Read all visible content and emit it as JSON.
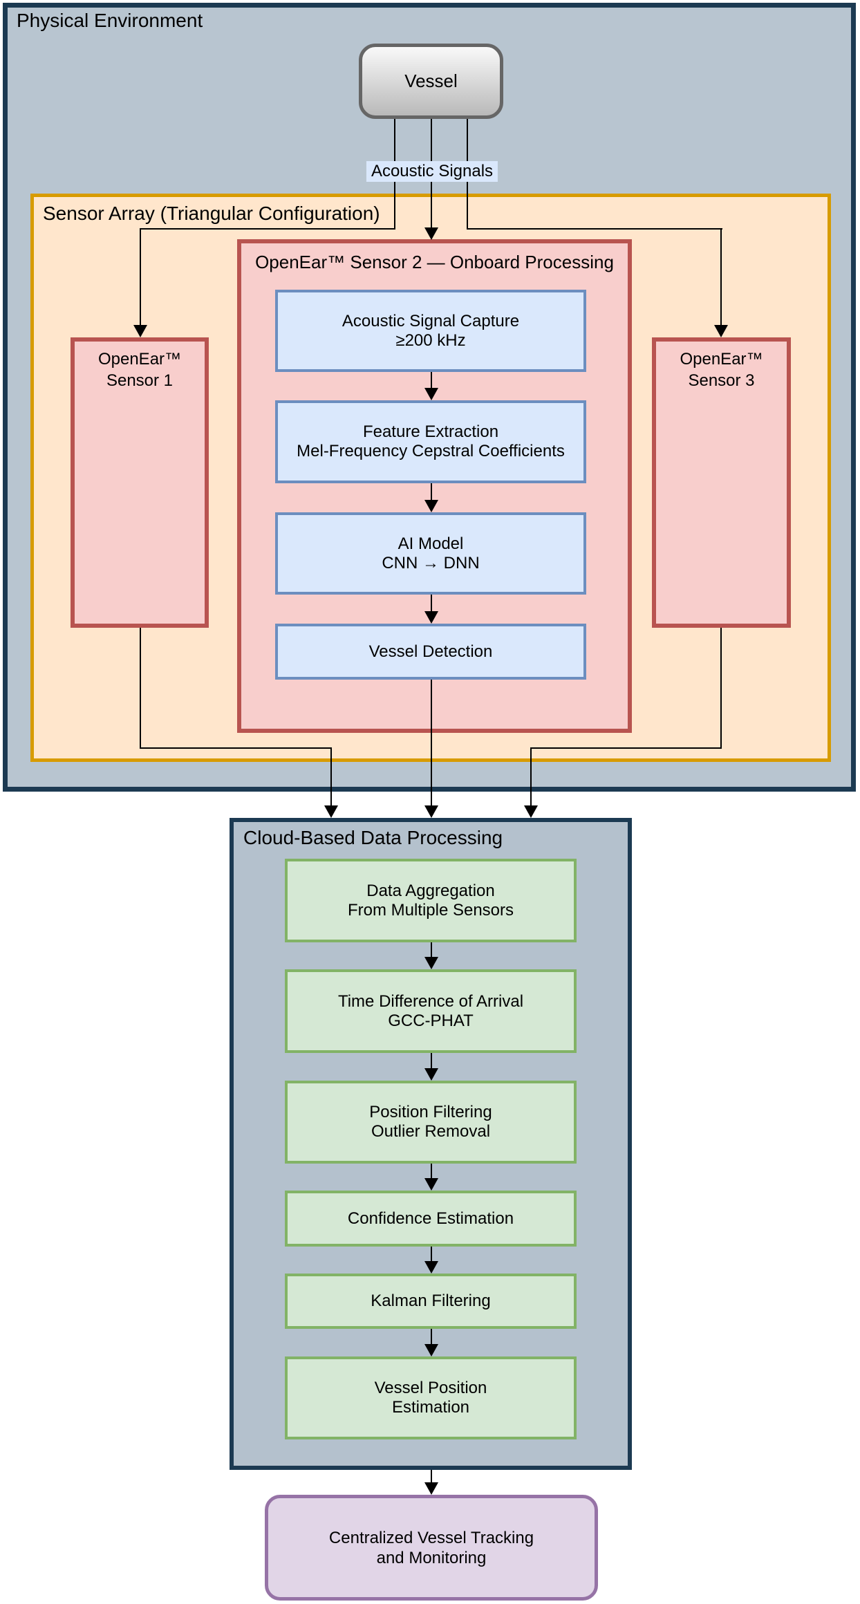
{
  "palette": {
    "physical_env_fill": "#b8c5d0",
    "physical_env_border": "#1c3a52",
    "sensor_array_fill": "#ffe6cc",
    "sensor_array_border": "#d79b00",
    "sensor_fill": "#f8cecc",
    "sensor_border": "#b85450",
    "onboard_step_fill": "#dae8fc",
    "onboard_step_border": "#6c8ebf",
    "cloud_fill": "#b4c1cd",
    "cloud_border": "#1c3a52",
    "cloud_step_fill": "#d5e8d4",
    "cloud_step_border": "#82b366",
    "output_fill": "#e1d5e7",
    "output_border": "#9673a6",
    "vessel_border": "#666666",
    "connector": "#000000",
    "signal_label_bg": "#dae8fc"
  },
  "physical_environment": {
    "title": "Physical Environment"
  },
  "vessel": {
    "label": "Vessel"
  },
  "acoustic_signals": {
    "label": "Acoustic Signals"
  },
  "sensor_array": {
    "title": "Sensor Array (Triangular Configuration)"
  },
  "sensor_1": {
    "lines": [
      "OpenEar™",
      "Sensor 1"
    ]
  },
  "sensor_3": {
    "lines": [
      "OpenEar™",
      "Sensor 3"
    ]
  },
  "sensor_2": {
    "title": "OpenEar™ Sensor 2 — Onboard Processing",
    "steps": [
      {
        "lines": [
          "Acoustic Signal Capture",
          "≥200 kHz"
        ]
      },
      {
        "lines": [
          "Feature Extraction",
          "Mel-Frequency Cepstral Coefficients"
        ]
      },
      {
        "lines": [
          "AI Model",
          "CNN → DNN"
        ]
      },
      {
        "lines": [
          "Vessel Detection"
        ]
      }
    ]
  },
  "cloud": {
    "title": "Cloud-Based Data Processing",
    "steps": [
      {
        "lines": [
          "Data Aggregation",
          "From Multiple Sensors"
        ]
      },
      {
        "lines": [
          "Time Difference of Arrival",
          "GCC-PHAT"
        ]
      },
      {
        "lines": [
          "Position Filtering",
          "Outlier Removal"
        ]
      },
      {
        "lines": [
          "Confidence Estimation"
        ]
      },
      {
        "lines": [
          "Kalman Filtering"
        ]
      },
      {
        "lines": [
          "Vessel Position",
          "Estimation"
        ]
      }
    ]
  },
  "output_node": {
    "lines": [
      "Centralized Vessel Tracking",
      "and Monitoring"
    ]
  }
}
